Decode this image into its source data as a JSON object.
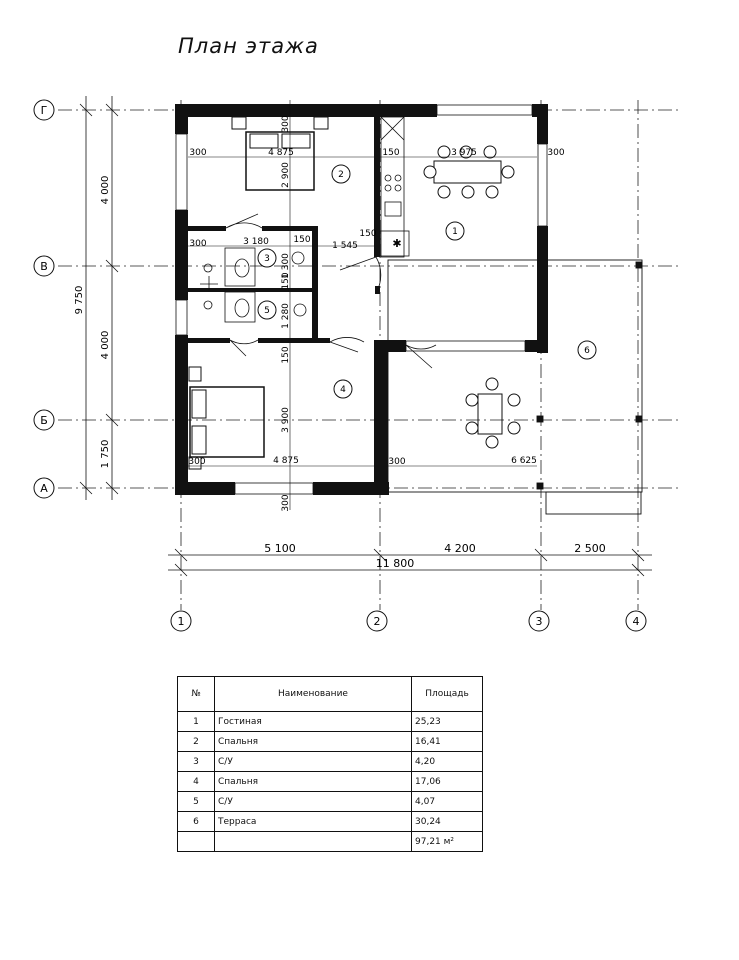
{
  "title": "План этажа",
  "axes": {
    "rows": [
      "Г",
      "В",
      "Б",
      "А"
    ],
    "cols": [
      "1",
      "2",
      "3",
      "4"
    ]
  },
  "dims": {
    "left_4000_top": "4 000",
    "left_4000_mid": "4 000",
    "left_1750": "1 750",
    "left_9750": "9 750",
    "bottom_5100": "5 100",
    "bottom_4200": "4 200",
    "bottom_2500": "2 500",
    "bottom_11800": "11 800"
  },
  "room_dims": {
    "r2_width": "4 875",
    "r2_height": "2 900",
    "r1_width": "3 975",
    "wc3_width": "3 180",
    "wc3_height": "1 300",
    "wc_gap": "1 545",
    "wc5_height": "1 280",
    "r4_width": "4 875",
    "r4_height": "3 900",
    "terrace_width": "6 625",
    "t300_a": "300",
    "t300_b": "300",
    "t300_c": "300",
    "t300_d": "300",
    "t300_e": "300",
    "t300_f": "300",
    "t300_g": "300",
    "t150_a": "150",
    "t150_b": "150",
    "t150_c": "150",
    "t150_d": "150",
    "t150_e": "150"
  },
  "room_numbers": [
    "1",
    "2",
    "3",
    "4",
    "5",
    "6"
  ],
  "table": {
    "headers": [
      "№",
      "Наименование",
      "Площадь"
    ],
    "rows": [
      {
        "num": "1",
        "name": "Гостиная",
        "area": "25,23"
      },
      {
        "num": "2",
        "name": "Спальня",
        "area": "16,41"
      },
      {
        "num": "3",
        "name": "С/У",
        "area": "4,20"
      },
      {
        "num": "4",
        "name": "Спальня",
        "area": "17,06"
      },
      {
        "num": "5",
        "name": "С/У",
        "area": "4,07"
      },
      {
        "num": "6",
        "name": "Терраса",
        "area": "30,24"
      }
    ],
    "total": "97,21 м²"
  },
  "icons": [
    "bed-icon",
    "table-icon",
    "chair-icon",
    "stove-icon",
    "sink-icon",
    "toilet-icon",
    "bathtub-icon",
    "door-icon",
    "window-icon"
  ]
}
